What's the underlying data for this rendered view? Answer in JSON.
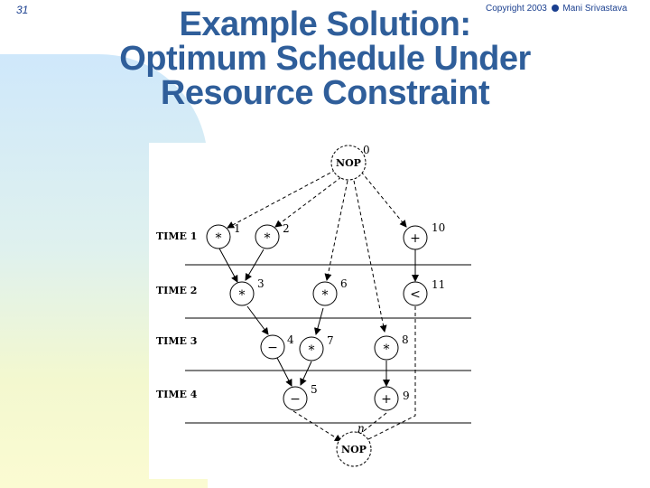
{
  "slide": {
    "number": "31",
    "copyright": "Copyright 2003",
    "author": "Mani Srivastava"
  },
  "title": {
    "line1": "Example Solution:",
    "line2": "Optimum Schedule Under",
    "line3": "Resource Constraint"
  },
  "diagram": {
    "time_labels": [
      "TIME 1",
      "TIME 2",
      "TIME 3",
      "TIME 4"
    ],
    "nop_label": "NOP",
    "nodes": [
      {
        "id": "0",
        "op": "NOP"
      },
      {
        "id": "1",
        "op": "*"
      },
      {
        "id": "2",
        "op": "*"
      },
      {
        "id": "10",
        "op": "+"
      },
      {
        "id": "3",
        "op": "*"
      },
      {
        "id": "6",
        "op": "*"
      },
      {
        "id": "11",
        "op": "<"
      },
      {
        "id": "4",
        "op": "−"
      },
      {
        "id": "7",
        "op": "*"
      },
      {
        "id": "8",
        "op": "*"
      },
      {
        "id": "5",
        "op": "−"
      },
      {
        "id": "9",
        "op": "+"
      },
      {
        "id": "n",
        "op": "NOP"
      }
    ]
  }
}
